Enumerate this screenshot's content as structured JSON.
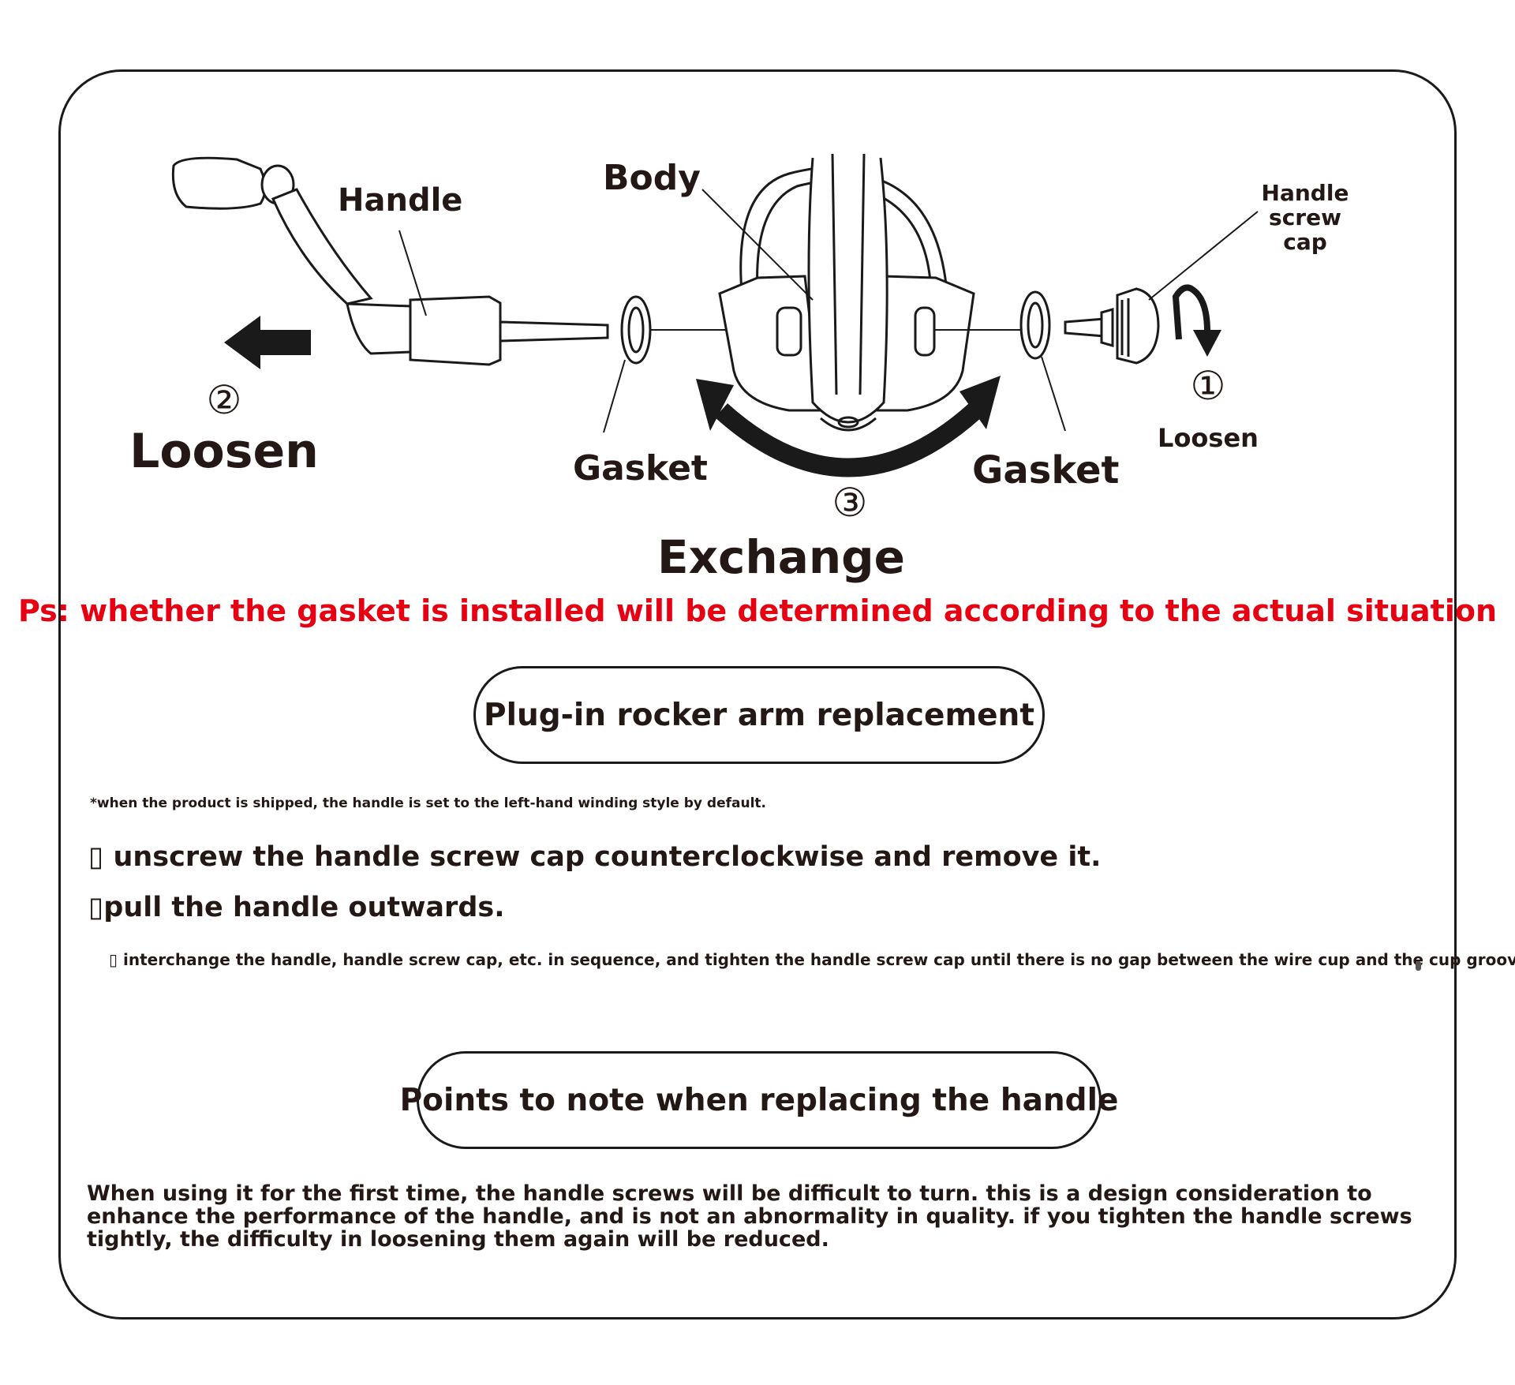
{
  "diagram": {
    "labels": {
      "handle": "Handle",
      "body": "Body",
      "screw_cap_line1": "Handle",
      "screw_cap_line2": "screw",
      "screw_cap_line3": "cap",
      "gasket_left": "Gasket",
      "gasket_right": "Gasket"
    },
    "steps": {
      "step1_num": "①",
      "step1_label": "Loosen",
      "step2_num": "②",
      "step2_label": "Loosen",
      "step3_num": "③",
      "step3_label": "Exchange"
    }
  },
  "ps_note": "Ps: whether the gasket is installed will be determined according to the actual situation",
  "section1": {
    "title": "Plug-in rocker arm replacement",
    "note": "*when the product is shipped, the handle is set to the left-hand winding style by default.",
    "step1": "▯ unscrew the handle screw cap counterclockwise and remove it.",
    "step2": "▯pull the handle outwards.",
    "step3": "▯ interchange the handle, handle screw cap, etc. in sequence, and tighten the handle screw cap until there is no gap between the wire cup and the cup groove."
  },
  "section2": {
    "title": "Points to note when replacing the handle",
    "paragraph": "When using it for the first time, the handle screws will be difficult to turn. this is a design consideration to enhance the performance of the handle, and is not an abnormality in quality. if you tighten the handle screws tightly, the difficulty in loosening them again will be reduced."
  }
}
